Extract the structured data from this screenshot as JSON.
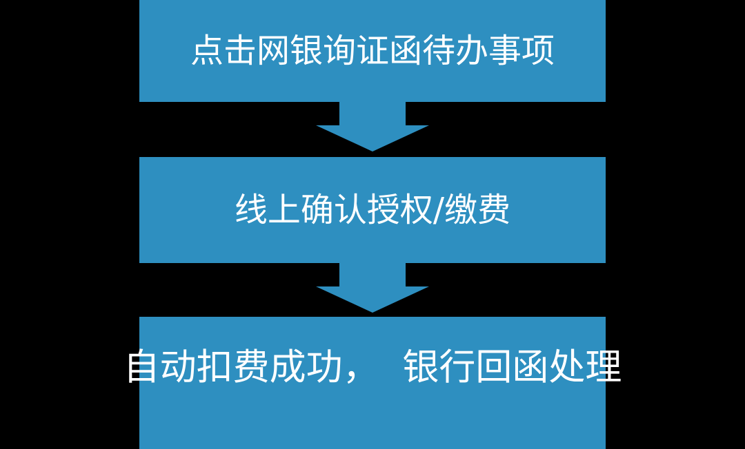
{
  "diagram": {
    "type": "flowchart",
    "orientation": "vertical",
    "title": "",
    "background_color": "#000000",
    "box_color": "#2e8fc0",
    "text_color": "#ffffff",
    "arrow_color": "#2e8fc0",
    "steps": [
      {
        "id": "step-1",
        "order": 1,
        "label": "点击网银询证函待办事项"
      },
      {
        "id": "step-2",
        "order": 2,
        "label": "线上确认授权/缴费"
      },
      {
        "id": "step-3",
        "order": 3,
        "label": "自动扣费成功，  银行回函处理"
      }
    ],
    "connectors": [
      {
        "id": "connector-1",
        "from": "step-1",
        "to": "step-2",
        "icon": "arrow-down-icon"
      },
      {
        "id": "connector-2",
        "from": "step-2",
        "to": "step-3",
        "icon": "arrow-down-icon"
      }
    ]
  }
}
